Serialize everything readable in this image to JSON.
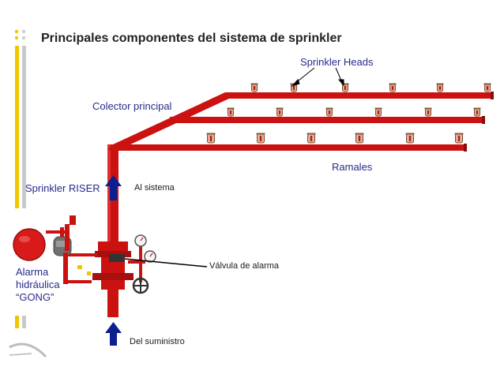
{
  "title": "Principales componentes del sistema de sprinkler",
  "labels": {
    "sprinkler_heads": "Sprinkler Heads",
    "collector": "Colector principal",
    "branches": "Ramales",
    "riser": "Sprinkler RISER",
    "to_system": "Al sistema",
    "alarm_valve": "Válvula de alarma",
    "gong_line1": "Alarma",
    "gong_line2": "hidráulica",
    "gong_line3": "“GONG”",
    "from_supply": "Del suministro"
  },
  "colors": {
    "pipe": "#cc1111",
    "pipe_dark": "#8a0b0b",
    "label_blue": "#2a2a8c",
    "arrow_blue": "#0b1f8f",
    "accent_yellow": "#f2c500"
  }
}
